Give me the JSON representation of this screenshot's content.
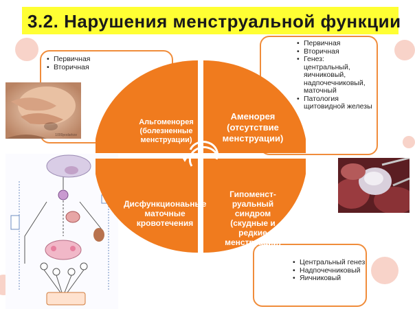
{
  "title": "3.2. Нарушения менструальной функции",
  "colors": {
    "accent": "#f07b1e",
    "title_bg": "#ffff33",
    "border": "#f08c3a"
  },
  "top_left_box": {
    "items": [
      "Первичная",
      "Вторичная"
    ]
  },
  "top_right_box": {
    "items": [
      "Первичная",
      "Вторичная",
      "Генез: центральный, яичниковый, надпочечниковый, маточный",
      "Патология щитовидной железы"
    ]
  },
  "bottom_right_box": {
    "items": [
      "Центральный генез",
      "Надпочечниковый",
      "Яичниковый"
    ]
  },
  "quadrants": {
    "top_left": "Альгоменорея (болезненные менструации)",
    "top_right": "Аменорея (отсутствие менструации)",
    "bottom_left": "Дисфункционаьные маточные кровотечения",
    "bottom_right": "Гипоменст-руальный синдром (скудные и редкие менструации)"
  },
  "photo_caption": "1000podarkov",
  "icons": {
    "cycle": "cycle-arrows-icon"
  }
}
